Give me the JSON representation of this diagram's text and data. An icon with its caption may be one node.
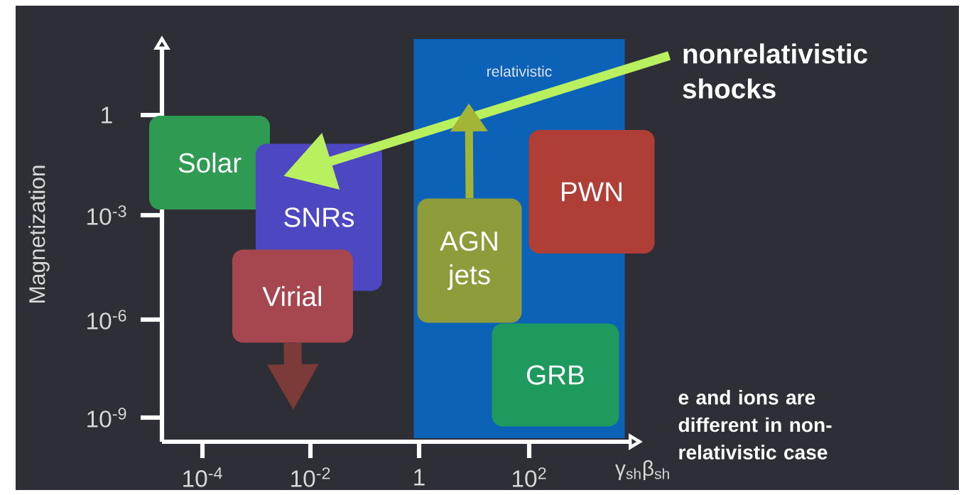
{
  "diagram": {
    "nodes": [
      {
        "text": [
          "relativistic"
        ]
      },
      {
        "text": [
          "nonrelativistic shocks"
        ]
      },
      {
        "text": [
          "Solar"
        ]
      },
      {
        "text": [
          "SNRs"
        ]
      },
      {
        "text": [
          "Virial"
        ]
      },
      {
        "text": [
          "AGN jets"
        ],
        "in": 0
      },
      {
        "text": [
          "PWN"
        ]
      },
      {
        "text": [
          "GRB"
        ],
        "in": 0
      }
    ],
    "edges": [
      {
        "from": 1,
        "to": 3,
        "arrow": "to",
        "color": "#b8f060"
      },
      {
        "from": 5,
        "to": null,
        "arrow": "to",
        "color": "#a4b436"
      },
      {
        "from": 4,
        "to": null,
        "arrow": "to",
        "style": "thick",
        "color": "#7c3a38"
      }
    ],
    "labels": [
      "Magnetization",
      "1",
      "10$^{-3}$",
      "10$^{-6}$",
      "10$^{-9}$",
      "10$^{-4}$",
      "10$^{-2}$",
      "1",
      "10$^{2}$",
      "γ$_{sh}$β$_{sh}$",
      "e and ions are different in non-relativistic case"
    ]
  }
}
